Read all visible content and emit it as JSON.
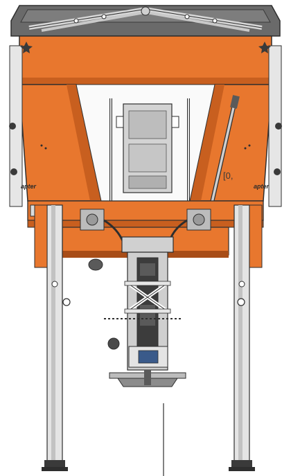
{
  "figure": {
    "subject": "spreader-machine-rear-view",
    "colors": {
      "body": "#e8772e",
      "body_shadow": "#c85f1f",
      "body_dark": "#a84d18",
      "steel": "#d9d9d9",
      "steel_dark": "#8c8c8c",
      "outline": "#2e2e2e",
      "lid": "#5a5a5a",
      "panel": "#bdbdbd"
    },
    "brand_left": "apter",
    "brand_right": "apter",
    "side_marking": "[0,"
  }
}
